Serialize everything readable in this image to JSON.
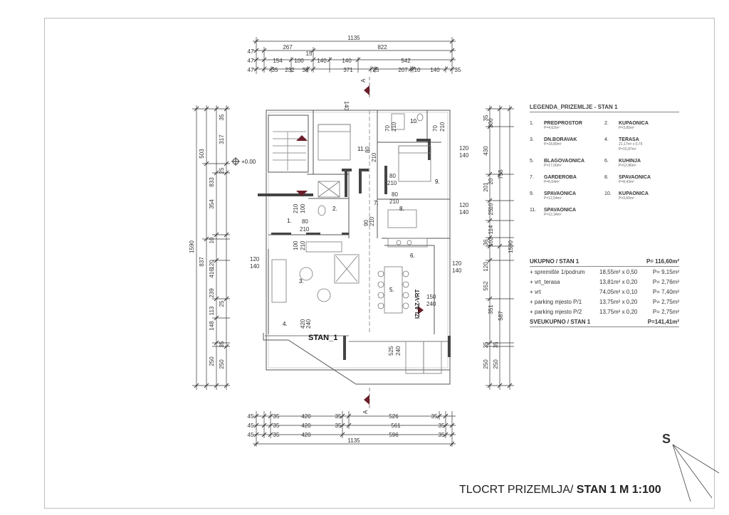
{
  "dims_top": {
    "total": "1135",
    "row1": [
      "47",
      "267",
      "822"
    ],
    "row1_mark": "15",
    "row2": [
      "47",
      "154",
      "100",
      "140",
      "140",
      "542"
    ],
    "row3": [
      "47",
      "35",
      "232",
      "35",
      "371",
      "25",
      "207",
      "10",
      "140",
      "35"
    ]
  },
  "dims_bottom": {
    "row1": [
      "45",
      "35",
      "420",
      "35",
      "526",
      "35"
    ],
    "row2": [
      "45",
      "35",
      "420",
      "35",
      "561",
      "35"
    ],
    "row3": [
      "45",
      "35",
      "420",
      "596",
      "35"
    ],
    "total": "1135"
  },
  "dims_left": {
    "outer": "1590",
    "mid": [
      "837"
    ],
    "a": [
      "503",
      "833",
      "354",
      "10",
      "120",
      "416",
      "239",
      "113",
      "148",
      "250"
    ],
    "b": [
      "317",
      "25",
      "35",
      "25",
      "35",
      "250"
    ]
  },
  "dims_right": {
    "outer": "1590",
    "mid": [
      "755",
      "587"
    ],
    "a": [
      "35",
      "200",
      "430",
      "201",
      "114",
      "102",
      "36",
      "120",
      "552",
      "351",
      "35",
      "250"
    ],
    "b": [
      "20",
      "10",
      "25",
      "35",
      "250"
    ]
  },
  "level": "+0.00",
  "section_marks": [
    "A",
    "A"
  ],
  "rooms": [
    "1.",
    "2.",
    "3.",
    "4.",
    "5.",
    "6.",
    "7.",
    "8.",
    "9.",
    "10.",
    "11."
  ],
  "openings": {
    "o1": [
      "80",
      "210"
    ],
    "o2": [
      "100",
      "210"
    ],
    "o3": [
      "100",
      "210"
    ],
    "o4": [
      "120",
      "140"
    ],
    "o5": [
      "420",
      "240"
    ],
    "o6": [
      "525",
      "240"
    ],
    "o7": [
      "150",
      "240"
    ],
    "o8": [
      "120",
      "140"
    ],
    "o9": [
      "80",
      "210"
    ],
    "o10": [
      "80",
      "210"
    ],
    "o11": [
      "90",
      "210"
    ],
    "o12": [
      "120",
      "140"
    ],
    "o13": [
      "120",
      "140"
    ],
    "o14": [
      "70",
      "210"
    ],
    "o15": [
      "70",
      "210"
    ],
    "o16": [
      "140"
    ],
    "o17": [
      "80",
      "210"
    ]
  },
  "izlaz": "IZLAZ-VRT",
  "stan_label": "STAN_1",
  "legend": {
    "title": "LEGENDA_PRIZEMLJE - STAN 1",
    "items": [
      {
        "n": "1.",
        "name": "PREDPROSTOR",
        "area": "P=4,62m²"
      },
      {
        "n": "2.",
        "name": "KUPAONICA",
        "area": "P=3,85m²"
      },
      {
        "n": "3.",
        "name": "DN.BORAVAK",
        "area": "P=18,80m²"
      },
      {
        "n": "4.",
        "name": "TERASA",
        "area": "21,17m² x 0,75",
        "area2": "P=15,87m²"
      },
      {
        "n": "5.",
        "name": "BLAGOVAONICA",
        "area": "P=17,00m²"
      },
      {
        "n": "6.",
        "name": "KUHINJA",
        "area": "P=12,86m²"
      },
      {
        "n": "7.",
        "name": "GARDEROBA",
        "area": "P=6,64m²"
      },
      {
        "n": "8.",
        "name": "SPAVAONICA",
        "area": "P=8,43m²"
      },
      {
        "n": "9.",
        "name": "SPAVAONICA",
        "area": "P=12,54m²"
      },
      {
        "n": "10.",
        "name": "KUPAONICA",
        "area": "P=3,60m²"
      },
      {
        "n": "11.",
        "name": "SPAVAONICA",
        "area": "P=12,34m²"
      }
    ]
  },
  "summary": {
    "ukupno": {
      "label": "UKUPNO / STAN 1",
      "value": "P= 116,60m²"
    },
    "rows": [
      {
        "label": "+ spremište 1/podrum",
        "calc": "18,55m² x 0,50",
        "value": "P= 9,15m²"
      },
      {
        "label": "+ vrt_terasa",
        "calc": "13,81m² x 0,20",
        "value": "P= 2,76m²"
      },
      {
        "label": "+ vrt",
        "calc": "74,05m² x 0,10",
        "value": "P= 7,40m²"
      },
      {
        "label": "+ parking mjesto P/1",
        "calc": "13,75m² x 0,20",
        "value": "P= 2,75m²"
      },
      {
        "label": "+ parking mjesto P/2",
        "calc": "13,75m² x 0,20",
        "value": "P= 2,75m²"
      }
    ],
    "sveukupno": {
      "label": "SVEUKUPNO / STAN 1",
      "value": "P=141,41m²"
    }
  },
  "title": {
    "part1": "TLOCRT PRIZEMLJA/ ",
    "part2": "STAN 1 M 1:100"
  },
  "north": "S"
}
